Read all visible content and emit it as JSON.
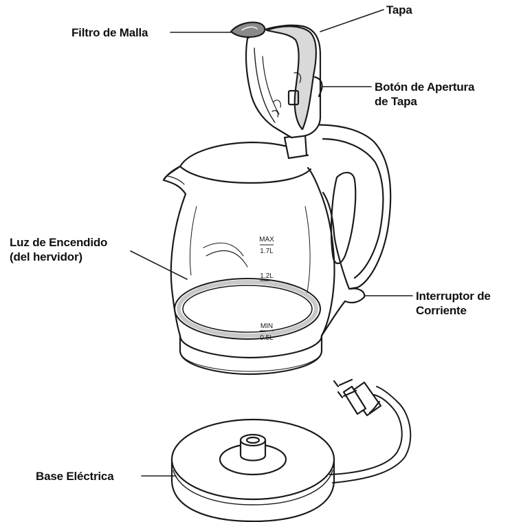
{
  "labels": {
    "tapa": "Tapa",
    "filtro": "Filtro de Malla",
    "boton_line1": "Botón de Apertura",
    "boton_line2": "de Tapa",
    "luz_line1": "Luz de Encendido",
    "luz_line2": "(del hervidor)",
    "interruptor_line1": "Interruptor de",
    "interruptor_line2": "Corriente",
    "base": "Base Eléctrica"
  },
  "markings": {
    "max": "MAX",
    "max_volume": "1.7L",
    "mid_volume": "1.2L",
    "min": "MIN",
    "min_volume": "0.5L"
  },
  "colors": {
    "ink": "#111111",
    "outline": "#1a1a1a",
    "lid_fill": "#d9d9d9",
    "filter_fill": "#8a8a8a",
    "light_ring": "#c8c8c8",
    "background": "#ffffff"
  }
}
